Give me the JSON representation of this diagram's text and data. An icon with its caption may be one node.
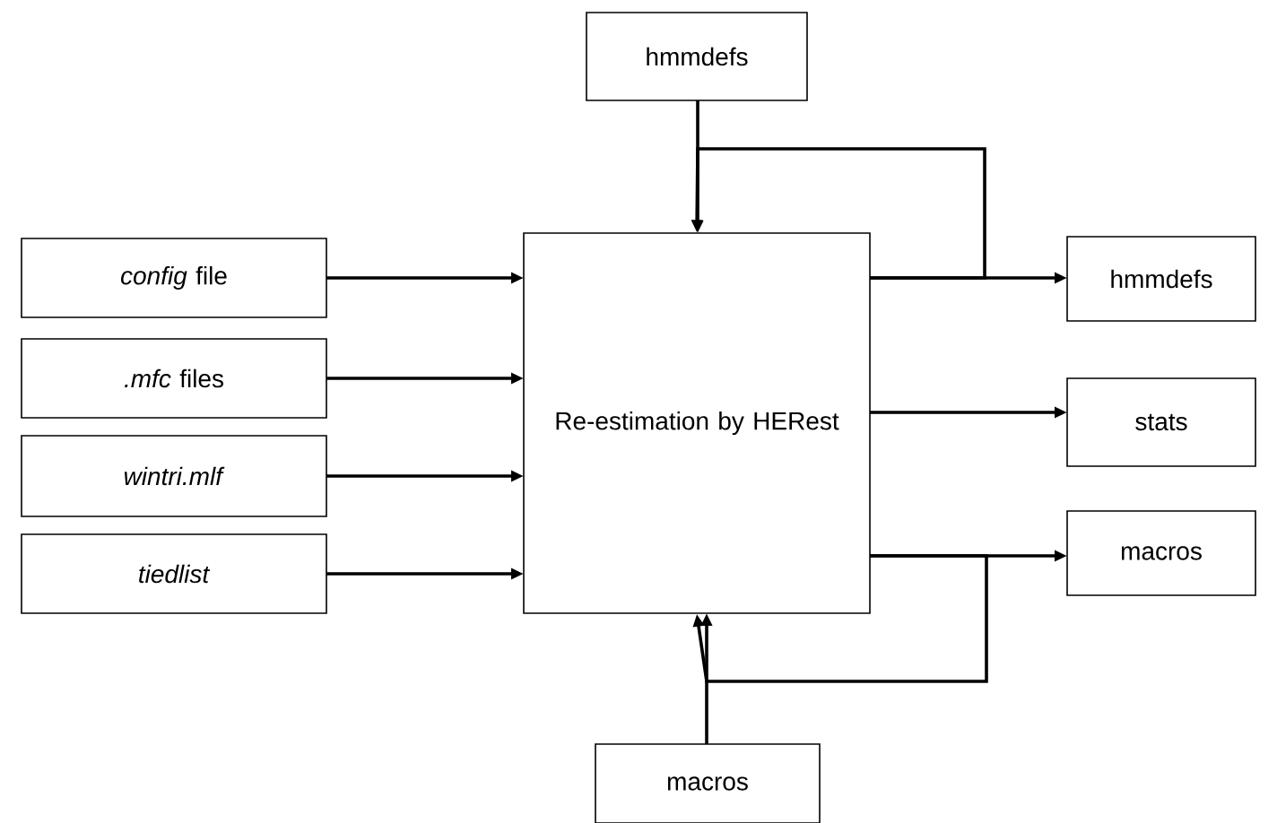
{
  "diagram": {
    "nodes": [
      {
        "text": [
          "hmmdefs"
        ]
      },
      {
        "text": [
          "*config* file"
        ]
      },
      {
        "text": [
          "*.mfc* files"
        ]
      },
      {
        "text": [
          "*wintri.mlf*"
        ]
      },
      {
        "text": [
          "*tiedlist*"
        ]
      },
      {
        "text": [
          "Re-estimation by HERest"
        ]
      },
      {
        "text": [
          "hmmdefs"
        ]
      },
      {
        "text": [
          "stats"
        ]
      },
      {
        "text": [
          "macros"
        ]
      },
      {
        "text": [
          "macros"
        ]
      }
    ],
    "edges": [
      {
        "from": 0,
        "to": 5,
        "arrow": "to"
      },
      {
        "from": 1,
        "to": 5,
        "arrow": "to"
      },
      {
        "from": 2,
        "to": 5,
        "arrow": "to"
      },
      {
        "from": 3,
        "to": 5,
        "arrow": "to"
      },
      {
        "from": 4,
        "to": 5,
        "arrow": "to"
      },
      {
        "from": 5,
        "to": 6,
        "arrow": "to"
      },
      {
        "from": 5,
        "to": 5,
        "arrow": "to"
      },
      {
        "from": 5,
        "to": 7,
        "arrow": "to"
      },
      {
        "from": 5,
        "to": 8,
        "arrow": "to"
      },
      {
        "from": 5,
        "to": 5,
        "arrow": "to"
      },
      {
        "from": 9,
        "to": 5,
        "arrow": "to"
      }
    ]
  }
}
